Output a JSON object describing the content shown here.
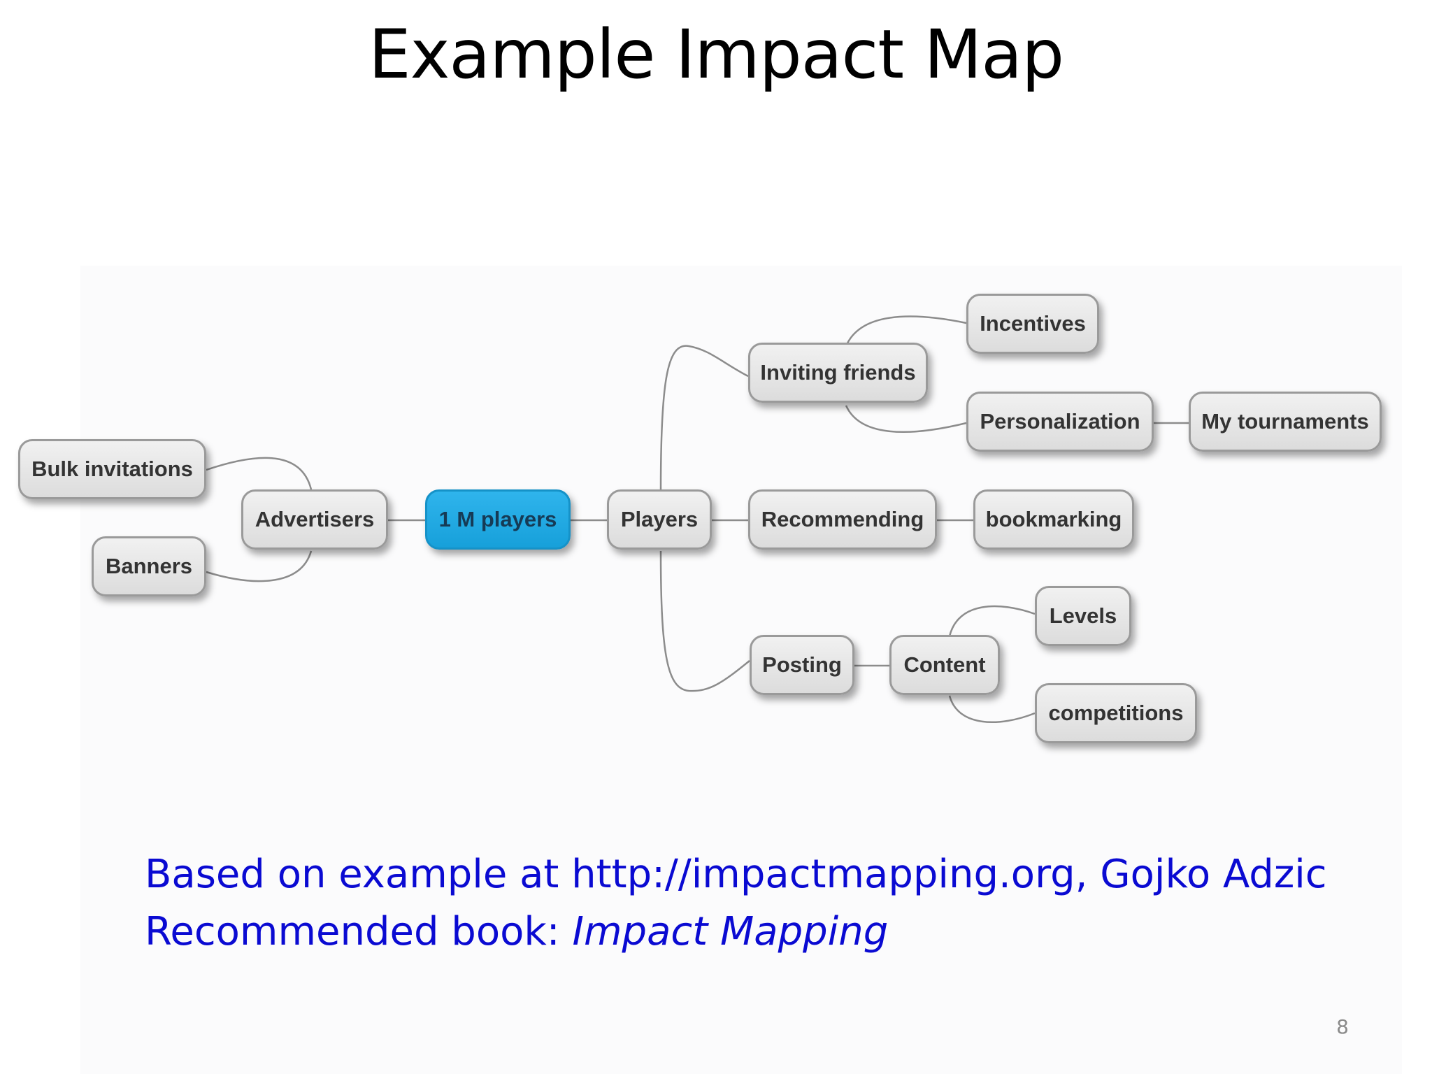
{
  "slide": {
    "title": "Example Impact Map",
    "citation_line1": "Based on example at http://impactmapping.org, Gojko Adzic",
    "citation_line2_prefix": "Recommended book: ",
    "citation_line2_book": "Impact Mapping",
    "page_number": "8"
  },
  "impact_map": {
    "goal": "1 M players",
    "actors": {
      "advertisers": "Advertisers",
      "players": "Players"
    },
    "impacts": {
      "bulk_invitations": "Bulk invitations",
      "banners": "Banners",
      "inviting_friends": "Inviting friends",
      "recommending": "Recommending",
      "posting": "Posting"
    },
    "deliverables": {
      "incentives": "Incentives",
      "personalization": "Personalization",
      "my_tournaments": "My tournaments",
      "bookmarking": "bookmarking",
      "content": "Content",
      "levels": "Levels",
      "competitions": "competitions"
    },
    "colors": {
      "goal": "#1AA6E0",
      "node": "#E6E6E6",
      "connector": "#8C8C8C",
      "citation": "#0A0AD2"
    }
  }
}
